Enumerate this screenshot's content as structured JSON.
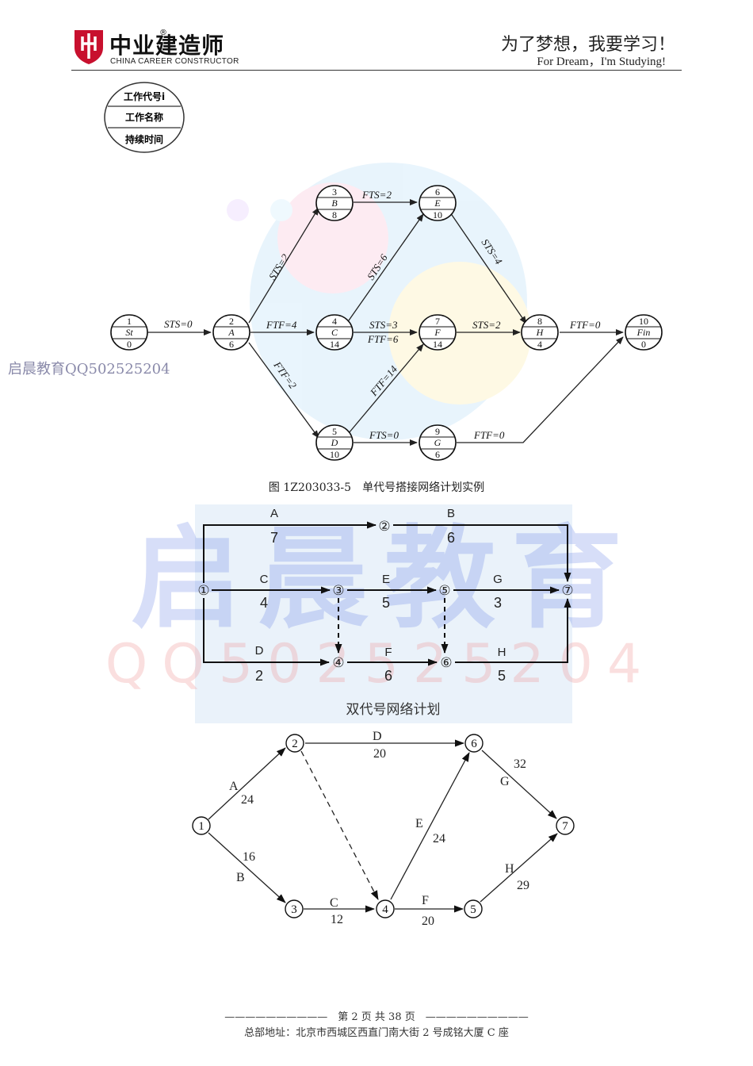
{
  "header": {
    "brand_cn": "中业建造师",
    "brand_reg": "®",
    "brand_en": "CHINA CAREER CONSTRUCTOR",
    "slogan_cn": "为了梦想，我要学习！",
    "slogan_en": "For Dream，I'm Studying!",
    "colors": {
      "brand_red": "#c8102e"
    }
  },
  "legend_node": {
    "row1": "工作代号i",
    "row2": "工作名称",
    "row3": "持续时间"
  },
  "side_watermark": "启晨教育QQ502525204",
  "figure1": {
    "caption": "图 1Z203033-5　单代号搭接网络计划实例",
    "nodes": [
      {
        "id": "1",
        "name": "St",
        "dur": "0"
      },
      {
        "id": "2",
        "name": "A",
        "dur": "6"
      },
      {
        "id": "3",
        "name": "B",
        "dur": "8"
      },
      {
        "id": "4",
        "name": "C",
        "dur": "14"
      },
      {
        "id": "5",
        "name": "D",
        "dur": "10"
      },
      {
        "id": "6",
        "name": "E",
        "dur": "10"
      },
      {
        "id": "7",
        "name": "F",
        "dur": "14"
      },
      {
        "id": "8",
        "name": "H",
        "dur": "4"
      },
      {
        "id": "9",
        "name": "G",
        "dur": "6"
      },
      {
        "id": "10",
        "name": "Fin",
        "dur": "0"
      }
    ],
    "links": [
      {
        "from": "1",
        "to": "2",
        "label": "STS=0"
      },
      {
        "from": "2",
        "to": "3",
        "label": "STS=2"
      },
      {
        "from": "2",
        "to": "4",
        "label": "FTF=4"
      },
      {
        "from": "2",
        "to": "5",
        "label": "FTF=2"
      },
      {
        "from": "3",
        "to": "6",
        "label": "FTS=2"
      },
      {
        "from": "4",
        "to": "6",
        "label": "STS=6"
      },
      {
        "from": "4",
        "to": "7",
        "label": "STS=3"
      },
      {
        "from": "4",
        "to": "7",
        "label": "FTF=6"
      },
      {
        "from": "5",
        "to": "7",
        "label": "FTF=14"
      },
      {
        "from": "5",
        "to": "9",
        "label": "FTS=0"
      },
      {
        "from": "6",
        "to": "8",
        "label": "STS=4"
      },
      {
        "from": "7",
        "to": "8",
        "label": "STS=2"
      },
      {
        "from": "8",
        "to": "10",
        "label": "FTF=0"
      },
      {
        "from": "9",
        "to": "10",
        "label": "FTF=0"
      }
    ]
  },
  "figure2": {
    "watermark_big": "启晨教育",
    "watermark_qq": "QQ502525204",
    "caption": "双代号网络计划",
    "nodes": [
      "①",
      "②",
      "③",
      "④",
      "⑤",
      "⑥",
      "⑦"
    ],
    "activities": [
      {
        "name": "A",
        "dur": "7"
      },
      {
        "name": "B",
        "dur": "6"
      },
      {
        "name": "C",
        "dur": "4"
      },
      {
        "name": "E",
        "dur": "5"
      },
      {
        "name": "G",
        "dur": "3"
      },
      {
        "name": "D",
        "dur": "2"
      },
      {
        "name": "F",
        "dur": "6"
      },
      {
        "name": "H",
        "dur": "5"
      }
    ]
  },
  "figure3": {
    "nodes": [
      "1",
      "2",
      "3",
      "4",
      "5",
      "6",
      "7"
    ],
    "activities": [
      {
        "name": "A",
        "dur": "24"
      },
      {
        "name": "B",
        "dur": "16"
      },
      {
        "name": "D",
        "dur": "20"
      },
      {
        "name": "C",
        "dur": "12"
      },
      {
        "name": "E",
        "dur": "24"
      },
      {
        "name": "F",
        "dur": "20"
      },
      {
        "name": "G",
        "dur": "32"
      },
      {
        "name": "H",
        "dur": "29"
      }
    ]
  },
  "footer": {
    "page": "——————————　第 2 页 共 38 页　——————————",
    "address": "总部地址：北京市西城区西直门南大街 2 号成铭大厦 C 座"
  }
}
